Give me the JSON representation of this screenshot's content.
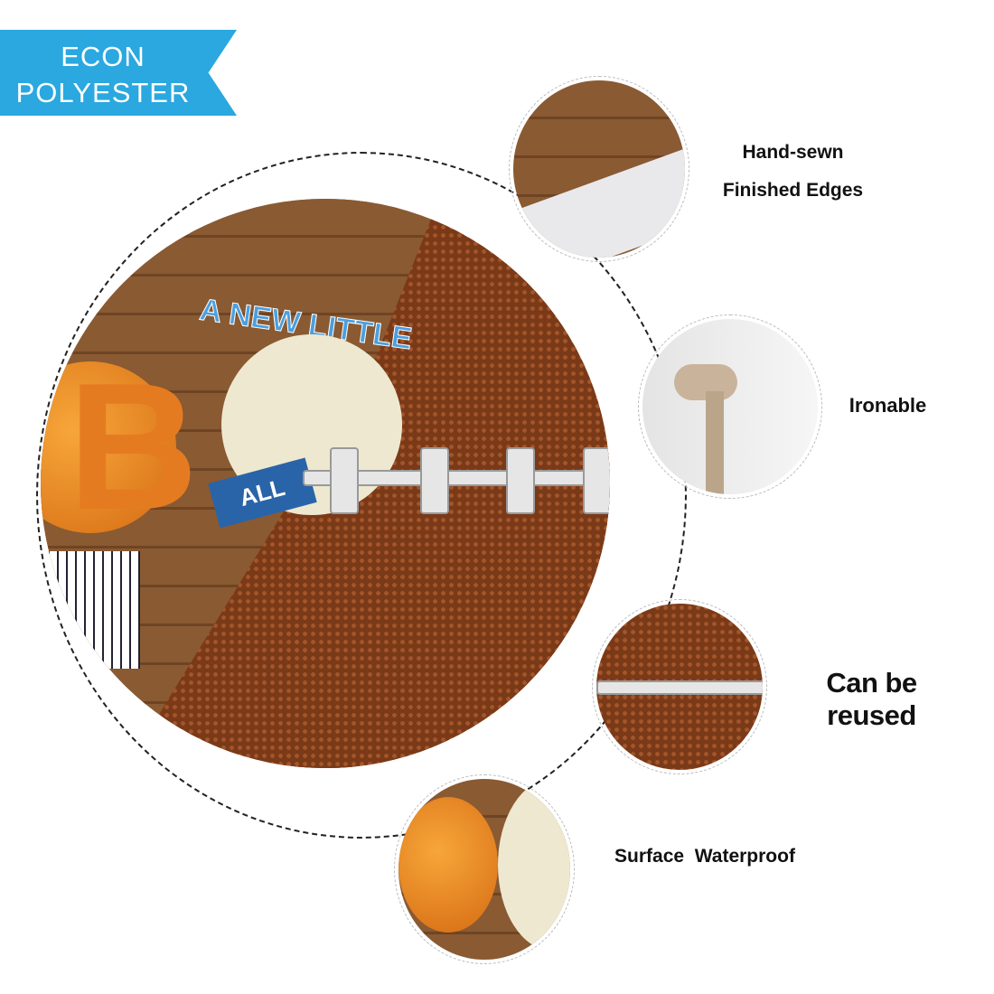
{
  "banner": {
    "line1": "ECON",
    "line2": "POLYESTER",
    "color": "#2aa8df"
  },
  "main_image": {
    "text": "A NEW LITTLE",
    "letter": "B",
    "pennant": "ALL"
  },
  "features": [
    {
      "line1": "Hand-sewn",
      "line2": "Finished Edges"
    },
    {
      "line1": "Ironable"
    },
    {
      "line1": "Can be reused"
    },
    {
      "line1": "Surface  Waterproof"
    }
  ]
}
